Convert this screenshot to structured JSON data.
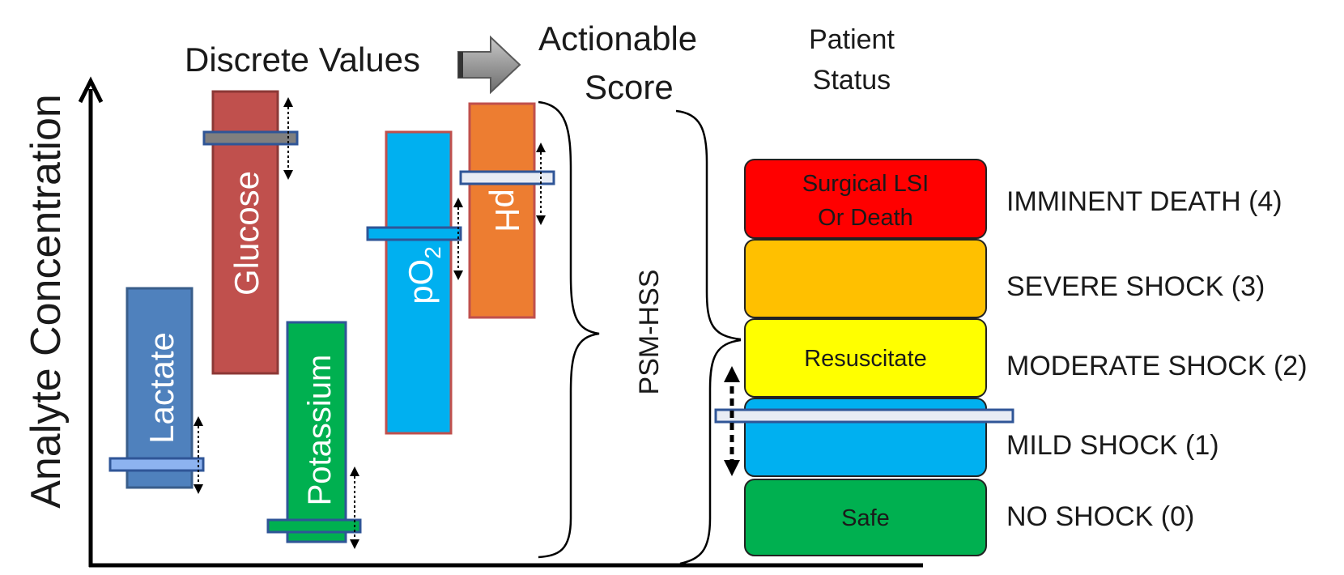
{
  "y_axis_label": "Analyte Concentration",
  "header": {
    "discrete_values": "Discrete Values",
    "actionable_score_line1": "Actionable",
    "actionable_score_line2": "Score",
    "patient_status_line1": "Patient",
    "patient_status_line2": "Status"
  },
  "brace_label": "PSM-HSS",
  "analytes": [
    {
      "name": "Lactate",
      "color": "#4a7ebb"
    },
    {
      "name": "Glucose",
      "color": "#c0504d"
    },
    {
      "name": "Potassium",
      "color": "#00b050"
    },
    {
      "name": "pO",
      "subscript": "2",
      "color": "#00b0f0"
    },
    {
      "name": "pH",
      "color": "#ed7d31"
    }
  ],
  "score_levels": [
    {
      "box_label_line1": "Surgical LSI",
      "box_label_line2": "Or Death",
      "status": "IMMINENT DEATH (4)",
      "color": "#ff0000"
    },
    {
      "box_label_line1": "",
      "box_label_line2": "",
      "status": "SEVERE SHOCK (3)",
      "color": "#ffc000"
    },
    {
      "box_label_line1": "Resuscitate",
      "box_label_line2": "",
      "status": "MODERATE SHOCK (2)",
      "color": "#ffff00"
    },
    {
      "box_label_line1": "",
      "box_label_line2": "",
      "status": "MILD SHOCK (1)",
      "color": "#00b0f0"
    },
    {
      "box_label_line1": "Safe",
      "box_label_line2": "",
      "status": "NO SHOCK (0)",
      "color": "#00b050"
    }
  ]
}
